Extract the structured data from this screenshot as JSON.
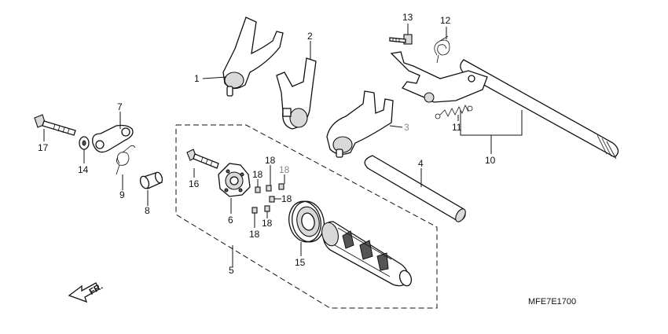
{
  "diagram": {
    "code": "MFE7E1700",
    "front_marker": "FR.",
    "callouts": [
      {
        "id": "c1",
        "text": "1"
      },
      {
        "id": "c2",
        "text": "2"
      },
      {
        "id": "c3",
        "text": "3"
      },
      {
        "id": "c4",
        "text": "4"
      },
      {
        "id": "c5",
        "text": "5"
      },
      {
        "id": "c6",
        "text": "6"
      },
      {
        "id": "c7",
        "text": "7"
      },
      {
        "id": "c8",
        "text": "8"
      },
      {
        "id": "c9",
        "text": "9"
      },
      {
        "id": "c10",
        "text": "10"
      },
      {
        "id": "c11",
        "text": "11"
      },
      {
        "id": "c12",
        "text": "12"
      },
      {
        "id": "c13",
        "text": "13"
      },
      {
        "id": "c14",
        "text": "14"
      },
      {
        "id": "c15",
        "text": "15"
      },
      {
        "id": "c16",
        "text": "16"
      },
      {
        "id": "c17",
        "text": "17"
      },
      {
        "id": "c18a",
        "text": "18"
      },
      {
        "id": "c18b",
        "text": "18"
      },
      {
        "id": "c18c",
        "text": "18"
      },
      {
        "id": "c18d",
        "text": "18"
      },
      {
        "id": "c18e",
        "text": "18"
      },
      {
        "id": "c18f",
        "text": "18"
      }
    ]
  }
}
